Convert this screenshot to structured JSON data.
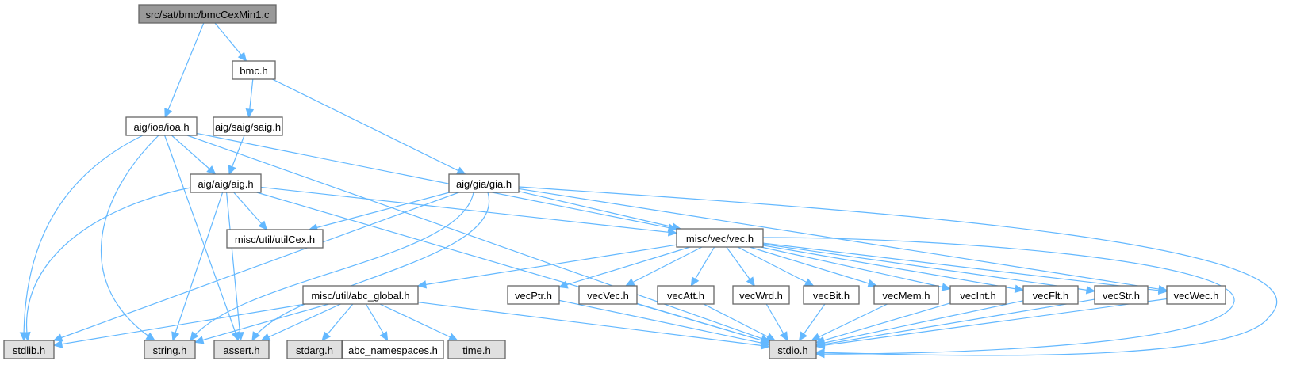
{
  "title": "src/sat/bmc/bmcCexMin1.c",
  "colors": {
    "root_fill": "#999999",
    "file_fill": "#ffffff",
    "system_fill": "#e0e0e0",
    "border": "#666666",
    "edge": "#63b8ff"
  },
  "nodes": [
    {
      "id": "root",
      "label": "src/sat/bmc/bmcCexMin1.c",
      "kind": "root"
    },
    {
      "id": "bmc",
      "label": "bmc.h",
      "kind": "file"
    },
    {
      "id": "ioa",
      "label": "aig/ioa/ioa.h",
      "kind": "file"
    },
    {
      "id": "saig",
      "label": "aig/saig/saig.h",
      "kind": "file"
    },
    {
      "id": "aig",
      "label": "aig/aig/aig.h",
      "kind": "file"
    },
    {
      "id": "gia",
      "label": "aig/gia/gia.h",
      "kind": "file"
    },
    {
      "id": "utilcex",
      "label": "misc/util/utilCex.h",
      "kind": "file"
    },
    {
      "id": "vec",
      "label": "misc/vec/vec.h",
      "kind": "file"
    },
    {
      "id": "abcglobal",
      "label": "misc/util/abc_global.h",
      "kind": "file"
    },
    {
      "id": "vecptr",
      "label": "vecPtr.h",
      "kind": "file"
    },
    {
      "id": "vecvec",
      "label": "vecVec.h",
      "kind": "file"
    },
    {
      "id": "vecatt",
      "label": "vecAtt.h",
      "kind": "file"
    },
    {
      "id": "vecwrd",
      "label": "vecWrd.h",
      "kind": "file"
    },
    {
      "id": "vecbit",
      "label": "vecBit.h",
      "kind": "file"
    },
    {
      "id": "vecmem",
      "label": "vecMem.h",
      "kind": "file"
    },
    {
      "id": "vecint",
      "label": "vecInt.h",
      "kind": "file"
    },
    {
      "id": "vecflt",
      "label": "vecFlt.h",
      "kind": "file"
    },
    {
      "id": "vecstr",
      "label": "vecStr.h",
      "kind": "file"
    },
    {
      "id": "vecwec",
      "label": "vecWec.h",
      "kind": "file"
    },
    {
      "id": "stdlib",
      "label": "stdlib.h",
      "kind": "system"
    },
    {
      "id": "string",
      "label": "string.h",
      "kind": "system"
    },
    {
      "id": "assert",
      "label": "assert.h",
      "kind": "system"
    },
    {
      "id": "stdarg",
      "label": "stdarg.h",
      "kind": "system"
    },
    {
      "id": "abcns",
      "label": "abc_namespaces.h",
      "kind": "file"
    },
    {
      "id": "time",
      "label": "time.h",
      "kind": "system"
    },
    {
      "id": "stdio",
      "label": "stdio.h",
      "kind": "system"
    }
  ],
  "edges": [
    [
      "root",
      "ioa"
    ],
    [
      "root",
      "bmc"
    ],
    [
      "bmc",
      "saig"
    ],
    [
      "bmc",
      "gia"
    ],
    [
      "saig",
      "aig"
    ],
    [
      "ioa",
      "aig"
    ],
    [
      "ioa",
      "stdlib"
    ],
    [
      "ioa",
      "string"
    ],
    [
      "ioa",
      "assert"
    ],
    [
      "ioa",
      "stdio"
    ],
    [
      "ioa",
      "vec"
    ],
    [
      "aig",
      "stdlib"
    ],
    [
      "aig",
      "string"
    ],
    [
      "aig",
      "assert"
    ],
    [
      "aig",
      "utilcex"
    ],
    [
      "aig",
      "vec"
    ],
    [
      "aig",
      "stdio"
    ],
    [
      "gia",
      "stdlib"
    ],
    [
      "gia",
      "string"
    ],
    [
      "gia",
      "assert"
    ],
    [
      "gia",
      "utilcex"
    ],
    [
      "gia",
      "vec"
    ],
    [
      "gia",
      "stdio"
    ],
    [
      "gia",
      "vecwec"
    ],
    [
      "vec",
      "abcglobal"
    ],
    [
      "vec",
      "vecptr"
    ],
    [
      "vec",
      "vecvec"
    ],
    [
      "vec",
      "vecatt"
    ],
    [
      "vec",
      "vecwrd"
    ],
    [
      "vec",
      "vecbit"
    ],
    [
      "vec",
      "vecmem"
    ],
    [
      "vec",
      "vecint"
    ],
    [
      "vec",
      "vecflt"
    ],
    [
      "vec",
      "vecstr"
    ],
    [
      "vec",
      "vecwec"
    ],
    [
      "vec",
      "stdio"
    ],
    [
      "abcglobal",
      "stdlib"
    ],
    [
      "abcglobal",
      "string"
    ],
    [
      "abcglobal",
      "assert"
    ],
    [
      "abcglobal",
      "stdarg"
    ],
    [
      "abcglobal",
      "abcns"
    ],
    [
      "abcglobal",
      "time"
    ],
    [
      "abcglobal",
      "stdio"
    ],
    [
      "vecptr",
      "stdio"
    ],
    [
      "vecvec",
      "stdio"
    ],
    [
      "vecatt",
      "stdio"
    ],
    [
      "vecwrd",
      "stdio"
    ],
    [
      "vecbit",
      "stdio"
    ],
    [
      "vecmem",
      "stdio"
    ],
    [
      "vecint",
      "stdio"
    ],
    [
      "vecflt",
      "stdio"
    ],
    [
      "vecstr",
      "stdio"
    ],
    [
      "vecwec",
      "stdio"
    ]
  ]
}
